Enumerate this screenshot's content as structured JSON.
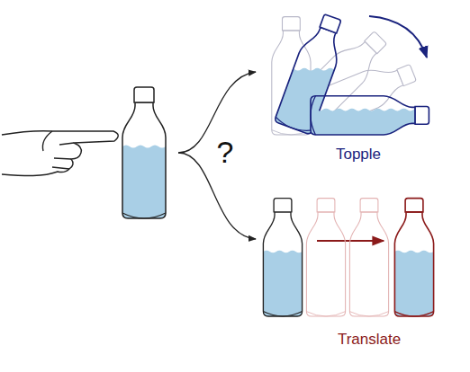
{
  "diagram": {
    "labels": [
      "?",
      "Topple",
      "Translate"
    ]
  }
}
